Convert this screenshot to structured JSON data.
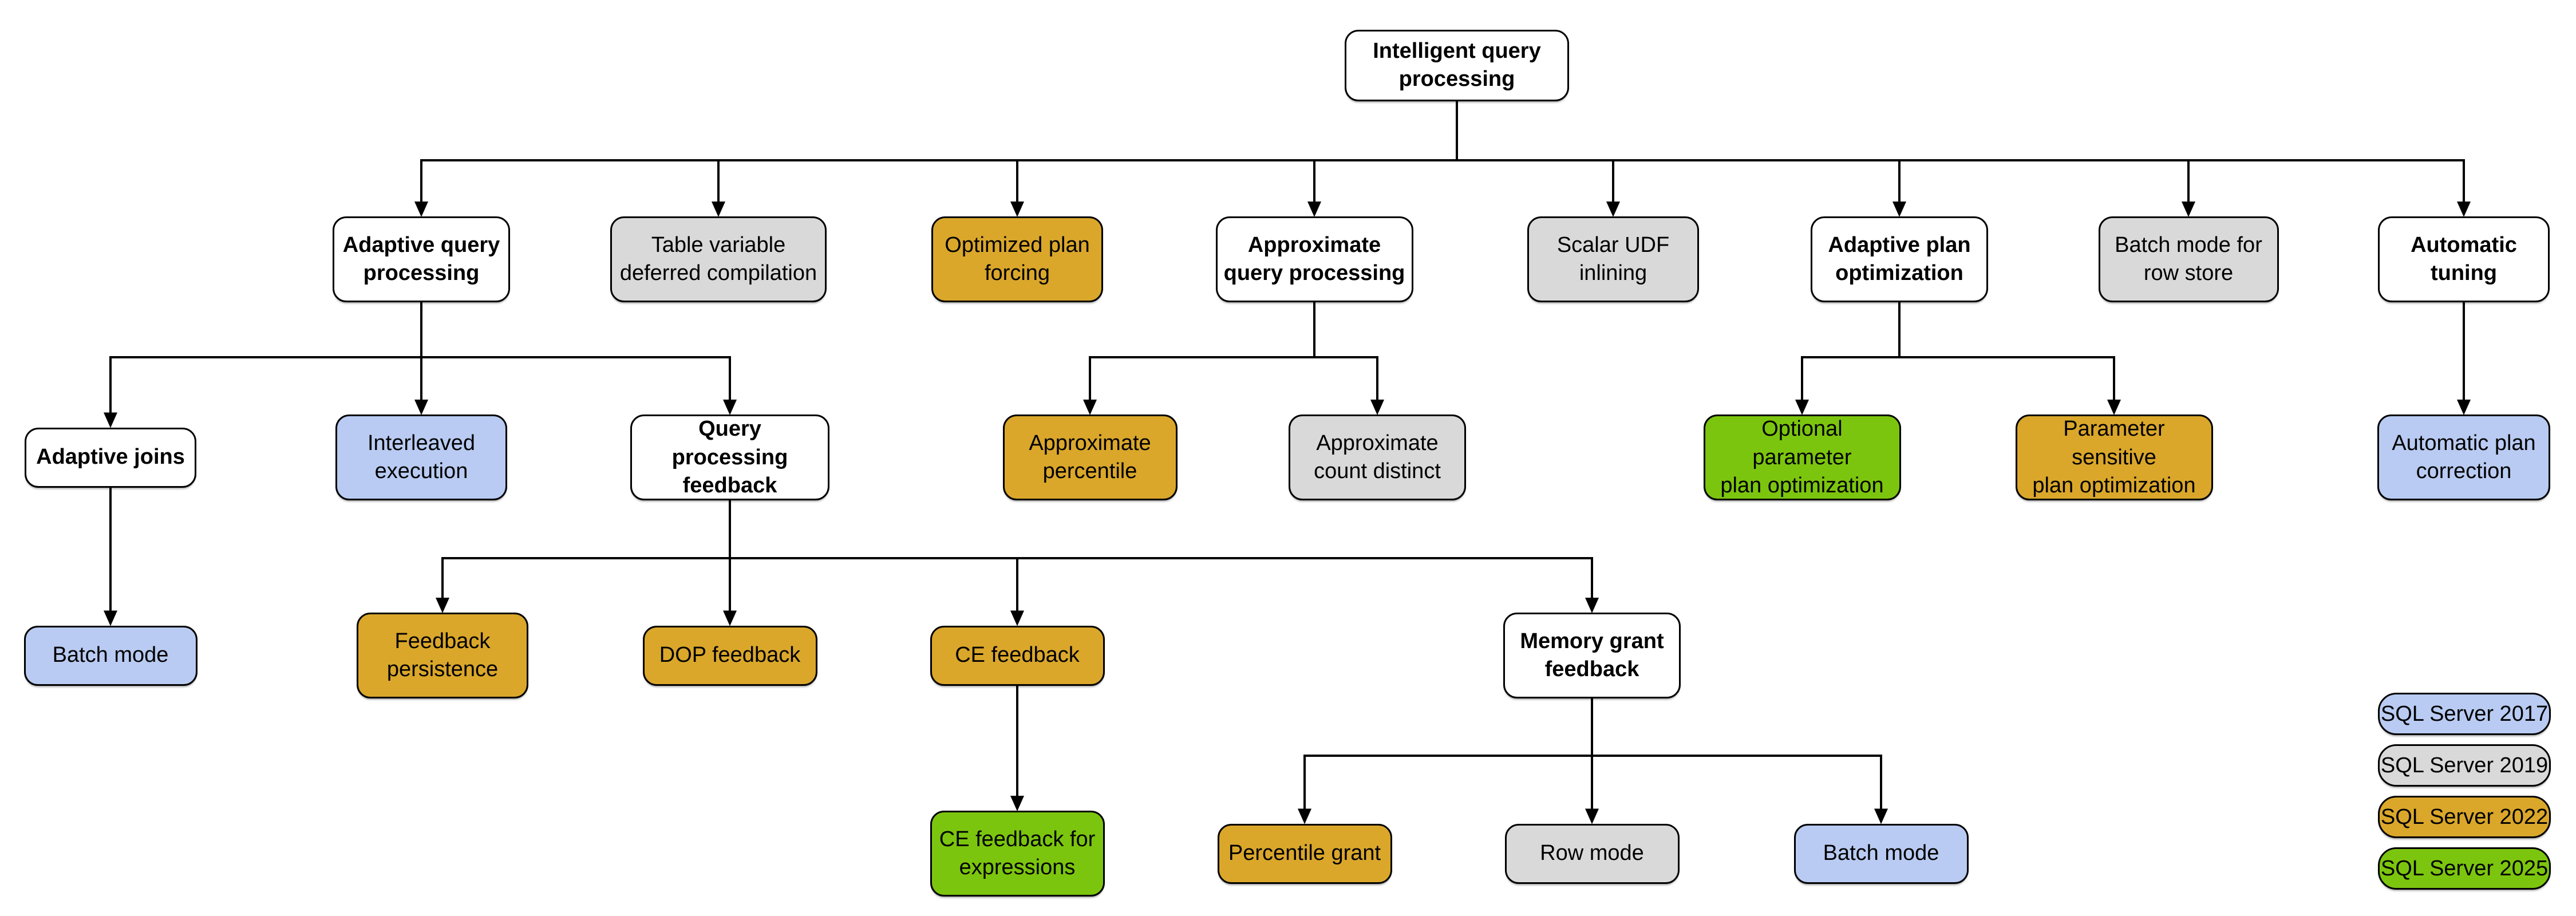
{
  "title": "Intelligent query processing",
  "palette": {
    "base": "#FFFFFF",
    "2017": "#B9CBF2",
    "2019": "#D9D9D9",
    "2022": "#DAA72B",
    "2025": "#7CC50F"
  },
  "nodes": [
    {
      "id": "intelligent-query-processing",
      "label": "Intelligent query\nprocessing",
      "version": "base"
    },
    {
      "id": "adaptive-query-processing",
      "label": "Adaptive query\nprocessing",
      "version": "base"
    },
    {
      "id": "table-variable-deferred-compilation",
      "label": "Table variable\ndeferred compilation",
      "version": "2019"
    },
    {
      "id": "optimized-plan-forcing",
      "label": "Optimized plan\nforcing",
      "version": "2022"
    },
    {
      "id": "approximate-query-processing",
      "label": "Approximate\nquery processing",
      "version": "base"
    },
    {
      "id": "scalar-udf-inlining",
      "label": "Scalar UDF\ninlining",
      "version": "2019"
    },
    {
      "id": "adaptive-plan-optimization",
      "label": "Adaptive plan\noptimization",
      "version": "base"
    },
    {
      "id": "batch-mode-for-row-store",
      "label": "Batch mode for\nrow store",
      "version": "2019"
    },
    {
      "id": "automatic-tuning",
      "label": "Automatic\ntuning",
      "version": "base"
    },
    {
      "id": "adaptive-joins",
      "label": "Adaptive joins",
      "version": "base"
    },
    {
      "id": "interleaved-execution",
      "label": "Interleaved\nexecution",
      "version": "2017"
    },
    {
      "id": "query-processing-feedback",
      "label": "Query processing\nfeedback",
      "version": "base"
    },
    {
      "id": "approximate-percentile",
      "label": "Approximate\npercentile",
      "version": "2022"
    },
    {
      "id": "approximate-count-distinct",
      "label": "Approximate\ncount distinct",
      "version": "2019"
    },
    {
      "id": "optional-parameter-plan-optimization",
      "label": "Optional parameter\nplan optimization",
      "version": "2025"
    },
    {
      "id": "parameter-sensitive-plan-optimization",
      "label": "Parameter sensitive\nplan optimization",
      "version": "2022"
    },
    {
      "id": "automatic-plan-correction",
      "label": "Automatic plan\ncorrection",
      "version": "2017"
    },
    {
      "id": "batch-mode-adaptive-joins",
      "label": "Batch mode",
      "version": "2017"
    },
    {
      "id": "feedback-persistence",
      "label": "Feedback\npersistence",
      "version": "2022"
    },
    {
      "id": "dop-feedback",
      "label": "DOP feedback",
      "version": "2022"
    },
    {
      "id": "ce-feedback",
      "label": "CE feedback",
      "version": "2022"
    },
    {
      "id": "memory-grant-feedback",
      "label": "Memory grant\nfeedback",
      "version": "base"
    },
    {
      "id": "ce-feedback-for-expressions",
      "label": "CE feedback for\nexpressions",
      "version": "2025"
    },
    {
      "id": "percentile-grant",
      "label": "Percentile grant",
      "version": "2022"
    },
    {
      "id": "row-mode",
      "label": "Row mode",
      "version": "2019"
    },
    {
      "id": "batch-mode-memory-grant",
      "label": "Batch mode",
      "version": "2017"
    }
  ],
  "legend": [
    {
      "label": "SQL Server 2017",
      "version": "2017"
    },
    {
      "label": "SQL Server 2019",
      "version": "2019"
    },
    {
      "label": "SQL Server 2022",
      "version": "2022"
    },
    {
      "label": "SQL Server 2025",
      "version": "2025"
    }
  ]
}
